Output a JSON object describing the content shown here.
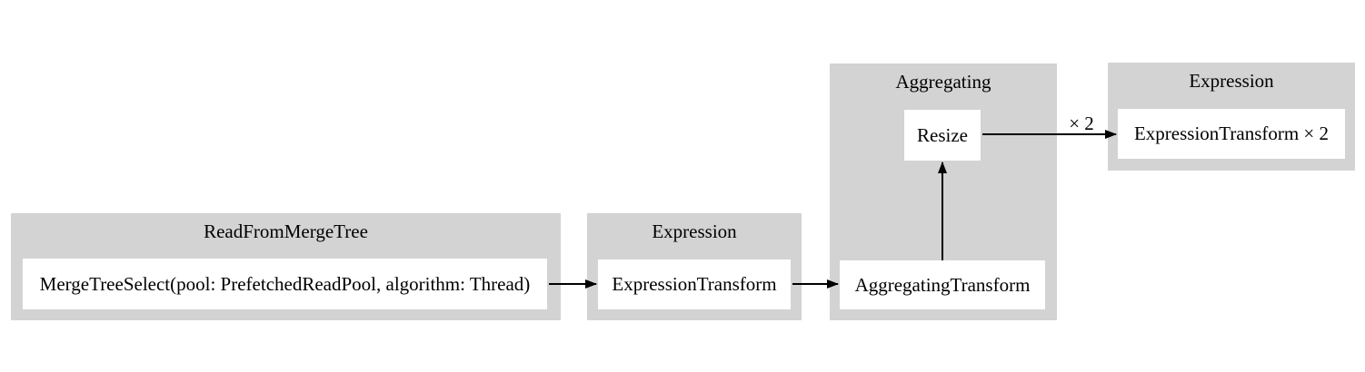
{
  "diagram": {
    "type": "query-pipeline-graph",
    "background": "#ffffff",
    "colors": {
      "cluster_fill": "#d3d3d3",
      "node_fill": "#ffffff",
      "text": "#000000",
      "edge": "#000000"
    },
    "clusters": [
      {
        "title": "ReadFromMergeTree",
        "nodes": [
          "MergeTreeSelect(pool: PrefetchedReadPool, algorithm: Thread)"
        ]
      },
      {
        "title": "Expression",
        "nodes": [
          "ExpressionTransform"
        ]
      },
      {
        "title": "Aggregating",
        "nodes": [
          "AggregatingTransform",
          "Resize"
        ]
      },
      {
        "title": "Expression",
        "nodes": [
          "ExpressionTransform × 2"
        ]
      }
    ],
    "edges": [
      {
        "from": "MergeTreeSelect(pool: PrefetchedReadPool, algorithm: Thread)",
        "to": "ExpressionTransform",
        "label": ""
      },
      {
        "from": "ExpressionTransform",
        "to": "AggregatingTransform",
        "label": ""
      },
      {
        "from": "AggregatingTransform",
        "to": "Resize",
        "label": ""
      },
      {
        "from": "Resize",
        "to": "ExpressionTransform × 2",
        "label": "× 2"
      }
    ]
  }
}
